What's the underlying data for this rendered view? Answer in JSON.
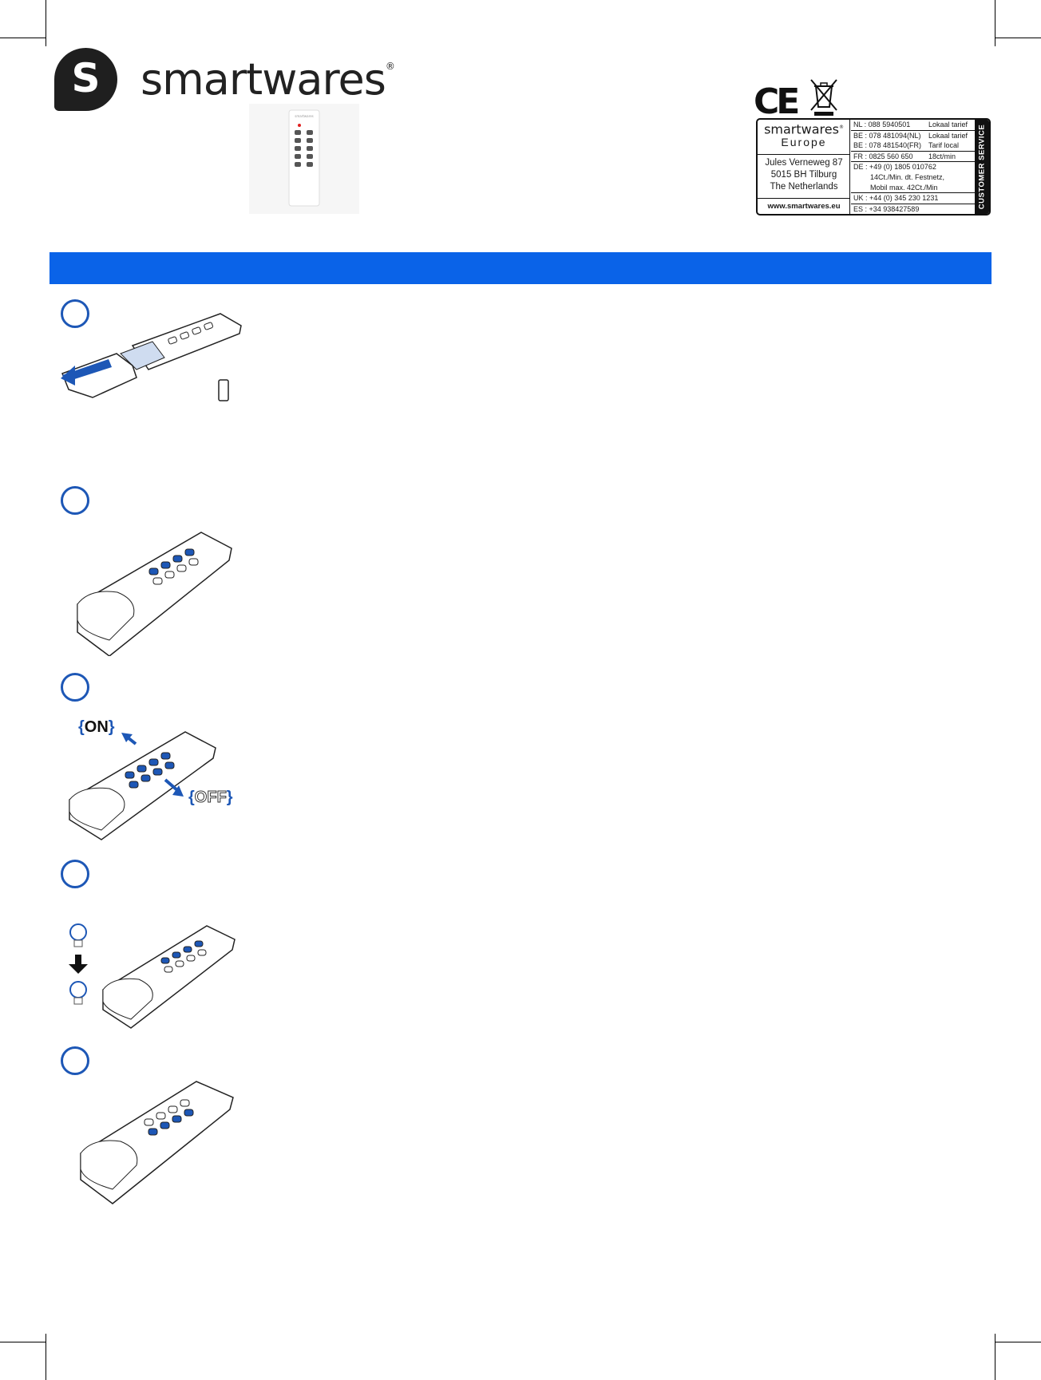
{
  "brand": {
    "name": "smartwares",
    "mark_letter": "S",
    "registered": "®"
  },
  "customer_service": {
    "brand": "smartwares",
    "region": "Europe",
    "address_lines": [
      "Jules Verneweg 87",
      "5015 BH Tilburg",
      "The Netherlands"
    ],
    "website": "www.smartwares.eu",
    "side_label": "CUSTOMER SERVICE",
    "rows": [
      {
        "line": "NL : 088 5940501",
        "note": "Lokaal tarief"
      },
      {
        "line": "BE : 078 481094(NL)",
        "note": "Lokaal tarief"
      },
      {
        "line": "BE : 078 481540(FR)",
        "note": "Tarif local"
      },
      {
        "line": "FR : 0825 560 650",
        "note": "18ct/min"
      },
      {
        "line": "DE : +49 (0) 1805 010762",
        "note": ""
      },
      {
        "line": "14Ct./Min. dt. Festnetz,",
        "note": ""
      },
      {
        "line": "Mobil max. 42Ct./Min",
        "note": ""
      },
      {
        "line": "UK : +44 (0) 345 230 1231",
        "note": ""
      },
      {
        "line": "ES : +34  938427589",
        "note": ""
      }
    ]
  },
  "marks": {
    "ce": "CE",
    "weee": "weee-bin-icon"
  },
  "remote_label": "smartwares",
  "step3": {
    "on_label": "ON",
    "off_label": "OFF"
  },
  "colors": {
    "accent_blue": "#0a63e8",
    "button_blue": "#1d57b6",
    "dark": "#1f1f1f"
  }
}
